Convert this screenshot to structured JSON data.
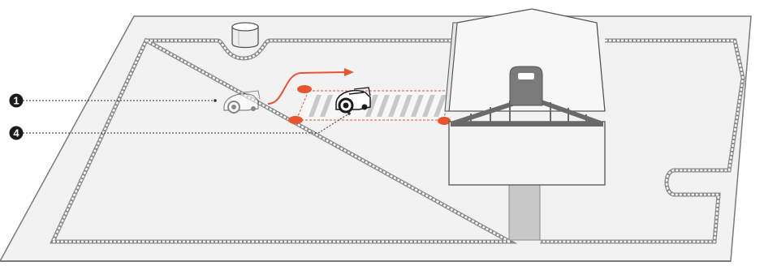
{
  "callouts": [
    {
      "id": "1",
      "label": "1"
    },
    {
      "id": "4",
      "label": "4"
    }
  ],
  "colors": {
    "lawn": "#f2f2f2",
    "lawn_edge": "#7a7a7a",
    "boundary_wire": "#9a9a9a",
    "accent_orange": "#e8542f",
    "garage_wall": "#f4f4f4",
    "garage_stroke": "#555555",
    "garage_trim": "#6a6a6a",
    "path": "#c8c8c8",
    "callout_fill": "#1a1a1a"
  },
  "icons": [
    "base-station-icon",
    "robot-mower-icon",
    "direction-arrow-icon",
    "garage-icon"
  ]
}
